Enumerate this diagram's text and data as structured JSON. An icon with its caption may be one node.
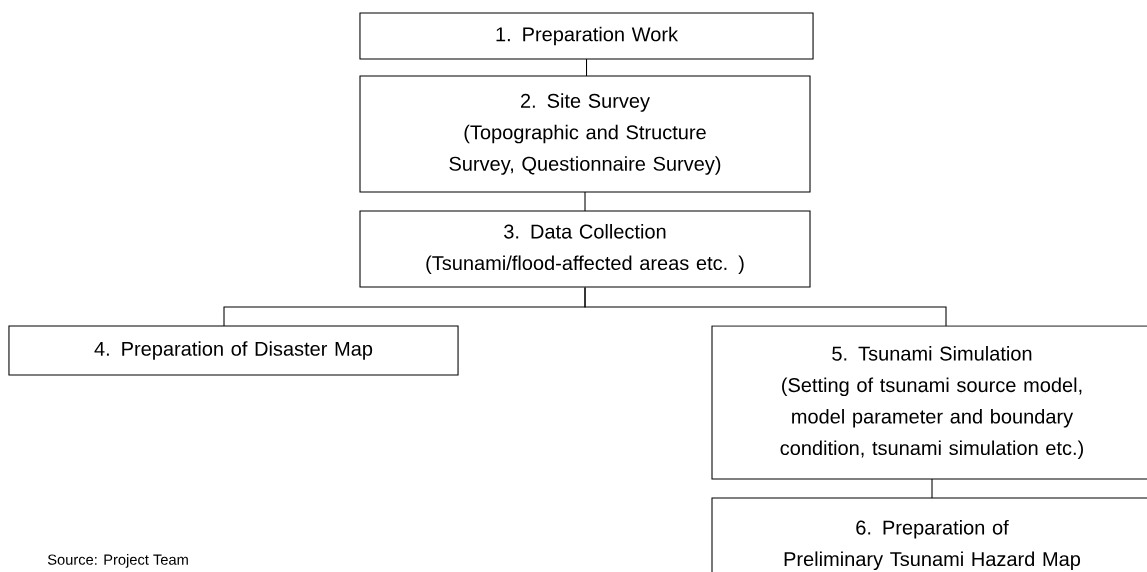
{
  "diagram": {
    "nodes": [
      {
        "text": [
          "1. Preparation Work"
        ]
      },
      {
        "text": [
          "2. Site Survey",
          "(Topographic and Structure Survey, Questionnaire Survey)"
        ]
      },
      {
        "text": [
          "3. Data Collection",
          "(Tsunami/flood-affected areas etc. )"
        ]
      },
      {
        "text": [
          "4. Preparation of Disaster Map"
        ]
      },
      {
        "text": [
          "5. Tsunami Simulation",
          "(Setting of tsunami source model, model parameter and boundary condition, tsunami simulation etc.)"
        ]
      },
      {
        "text": [
          "6. Preparation of",
          "Preliminary Tsunami Hazard Map"
        ]
      }
    ],
    "edges": [
      {
        "from": 0,
        "to": 1,
        "arrow": "none"
      },
      {
        "from": 1,
        "to": 2,
        "arrow": "none"
      },
      {
        "from": 2,
        "to": 3,
        "arrow": "none"
      },
      {
        "from": 2,
        "to": 4,
        "arrow": "none"
      },
      {
        "from": 4,
        "to": 5,
        "arrow": "none"
      }
    ],
    "labels": [
      "Source: Project Team"
    ]
  }
}
